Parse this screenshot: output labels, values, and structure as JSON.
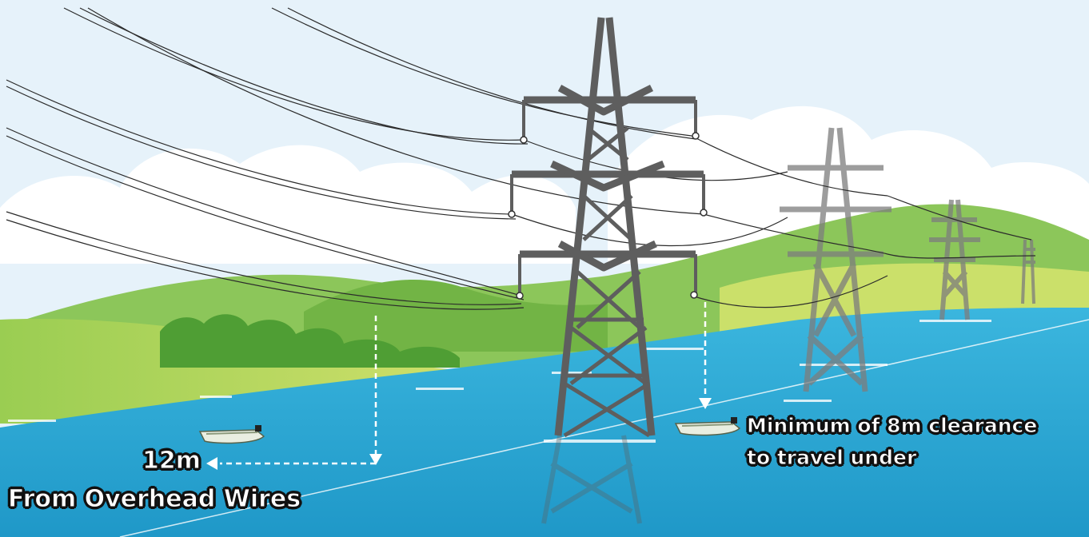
{
  "labels": {
    "distance": "12m",
    "from_wires": "From Overhead Wires",
    "clearance_line1": "Minimum of 8m clearance",
    "clearance_line2": "to travel under"
  },
  "colors": {
    "sky": "#e4f1f9",
    "cloud": "#ffffff",
    "hill_far": "#8cc65a",
    "hill_near": "#6fb43f",
    "field_yellow": "#dfe36a",
    "water": "#2aa8d4",
    "water_light": "#4fc0e4",
    "tower": "#5e5e5e",
    "wire": "#2b2b2b",
    "arrow": "#ffffff"
  },
  "icons": [
    "pylon-icon",
    "boat-icon",
    "arrow-down-icon",
    "arrow-left-icon"
  ]
}
